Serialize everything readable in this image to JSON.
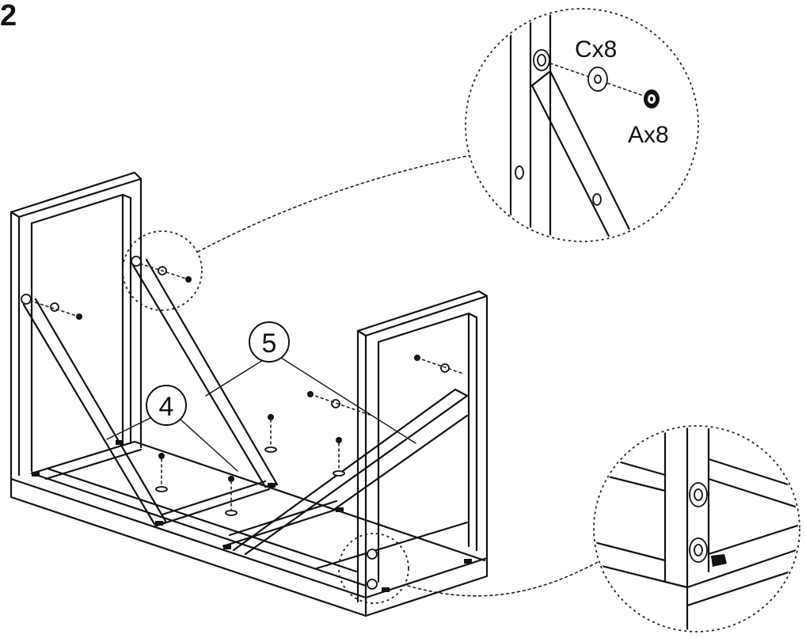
{
  "step": {
    "number": "2"
  },
  "part_labels": [
    {
      "id": "4",
      "text": "4"
    },
    {
      "id": "5",
      "text": "5"
    }
  ],
  "hardware": {
    "washer": {
      "text": "Cx8"
    },
    "bolt": {
      "text": "Ax8"
    }
  },
  "colors": {
    "ink": "#111111",
    "paper": "#ffffff"
  }
}
